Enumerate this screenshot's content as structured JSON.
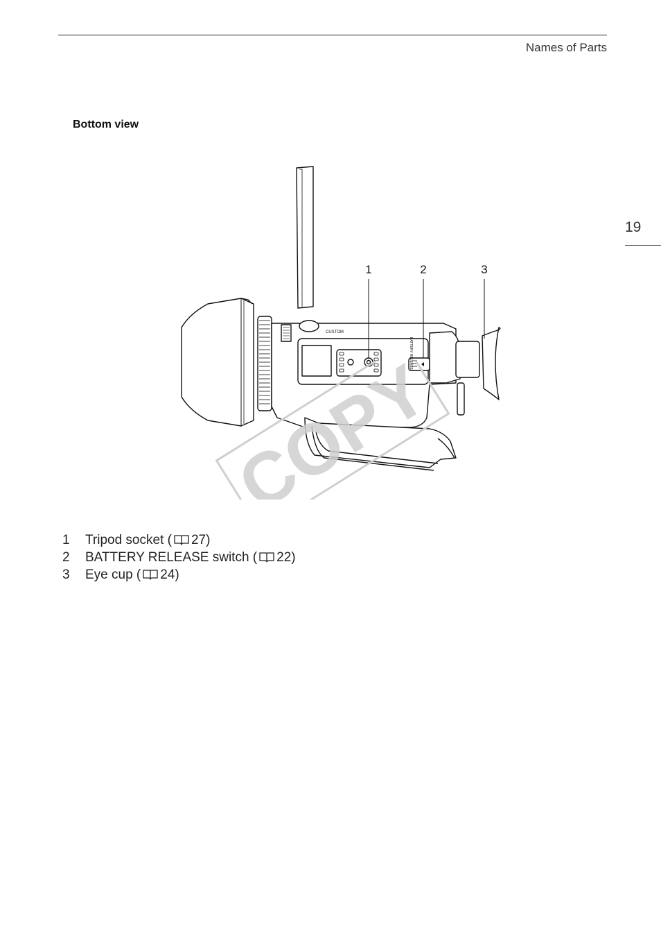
{
  "header": {
    "section_title": "Names of Parts"
  },
  "page_number": "19",
  "heading": "Bottom view",
  "figure": {
    "callouts": [
      "1",
      "2",
      "3"
    ],
    "labels": {
      "custom": "CUSTOM",
      "battery_release": "BATTERY RELEASE"
    },
    "watermark": "COPY"
  },
  "parts": [
    {
      "number": "1",
      "text_before": "Tripod socket (",
      "page_ref": "27",
      "text_after": ")"
    },
    {
      "number": "2",
      "text_before": "BATTERY RELEASE switch (",
      "page_ref": "22",
      "text_after": ")"
    },
    {
      "number": "3",
      "text_before": "Eye cup (",
      "page_ref": "24",
      "text_after": ")"
    }
  ],
  "icons": {
    "page_ref_icon": "book-icon"
  }
}
